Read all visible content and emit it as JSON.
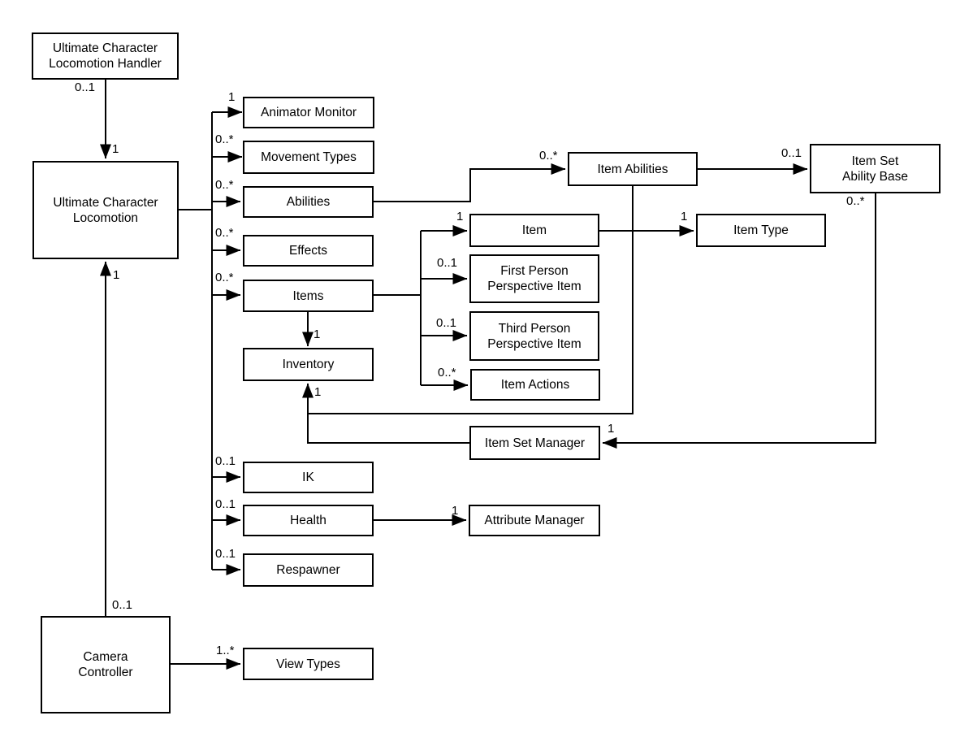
{
  "diagram": {
    "background_color": "#ffffff",
    "line_color": "#000000",
    "nodes": {
      "handler": {
        "label": "Ultimate Character\nLocomotion Handler"
      },
      "locomotion": {
        "label": "Ultimate Character\nLocomotion"
      },
      "animator_monitor": {
        "label": "Animator Monitor"
      },
      "movement_types": {
        "label": "Movement Types"
      },
      "abilities": {
        "label": "Abilities"
      },
      "effects": {
        "label": "Effects"
      },
      "items": {
        "label": "Items"
      },
      "inventory": {
        "label": "Inventory"
      },
      "item_abilities": {
        "label": "Item Abilities"
      },
      "item_set_ability_base": {
        "label": "Item Set\nAbility Base"
      },
      "item": {
        "label": "Item"
      },
      "item_type": {
        "label": "Item Type"
      },
      "first_person_perspective_item": {
        "label": "First Person\nPerspective Item"
      },
      "third_person_perspective_item": {
        "label": "Third Person\nPerspective Item"
      },
      "item_actions": {
        "label": "Item Actions"
      },
      "item_set_manager": {
        "label": "Item Set Manager"
      },
      "ik": {
        "label": "IK"
      },
      "health": {
        "label": "Health"
      },
      "attribute_manager": {
        "label": "Attribute Manager"
      },
      "respawner": {
        "label": "Respawner"
      },
      "camera_controller": {
        "label": "Camera\nController"
      },
      "view_types": {
        "label": "View Types"
      }
    },
    "multiplicities": {
      "handler_source": "0..1",
      "handler_target": "1",
      "animator_monitor": "1",
      "movement_types": "0..*",
      "abilities": "0..*",
      "effects": "0..*",
      "items": "0..*",
      "items_to_inventory": "1",
      "inventory_incoming": "1",
      "item_abilities": "0..*",
      "item_set_ability_base": "0..1",
      "item_set_ability_base_bottom": "0..*",
      "item": "1",
      "first_person": "0..1",
      "third_person": "0..1",
      "item_actions": "0..*",
      "item_type": "1",
      "item_set_manager": "1",
      "ik": "0..1",
      "health": "0..1",
      "respawner": "0..1",
      "attribute_manager": "1",
      "camera_target": "1",
      "camera_source": "0..1",
      "view_types": "1..*"
    }
  }
}
